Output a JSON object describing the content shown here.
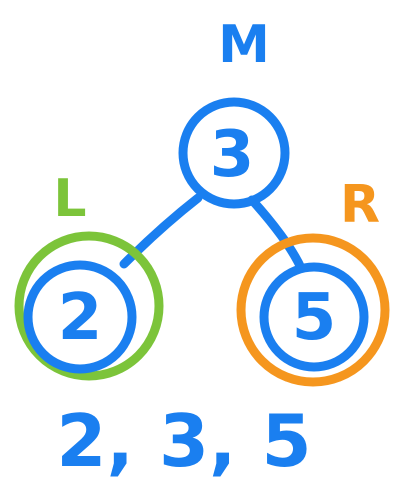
{
  "colors": {
    "blue": "#1a7ff0",
    "green": "#7cc43a",
    "orange": "#f5961e",
    "background": "#ffffff"
  },
  "tree": {
    "root": {
      "value": "3",
      "tag": "M"
    },
    "left": {
      "value": "2",
      "tag": "L"
    },
    "right": {
      "value": "5",
      "tag": "R"
    }
  },
  "traversal": {
    "text": "2, 3, 5"
  }
}
